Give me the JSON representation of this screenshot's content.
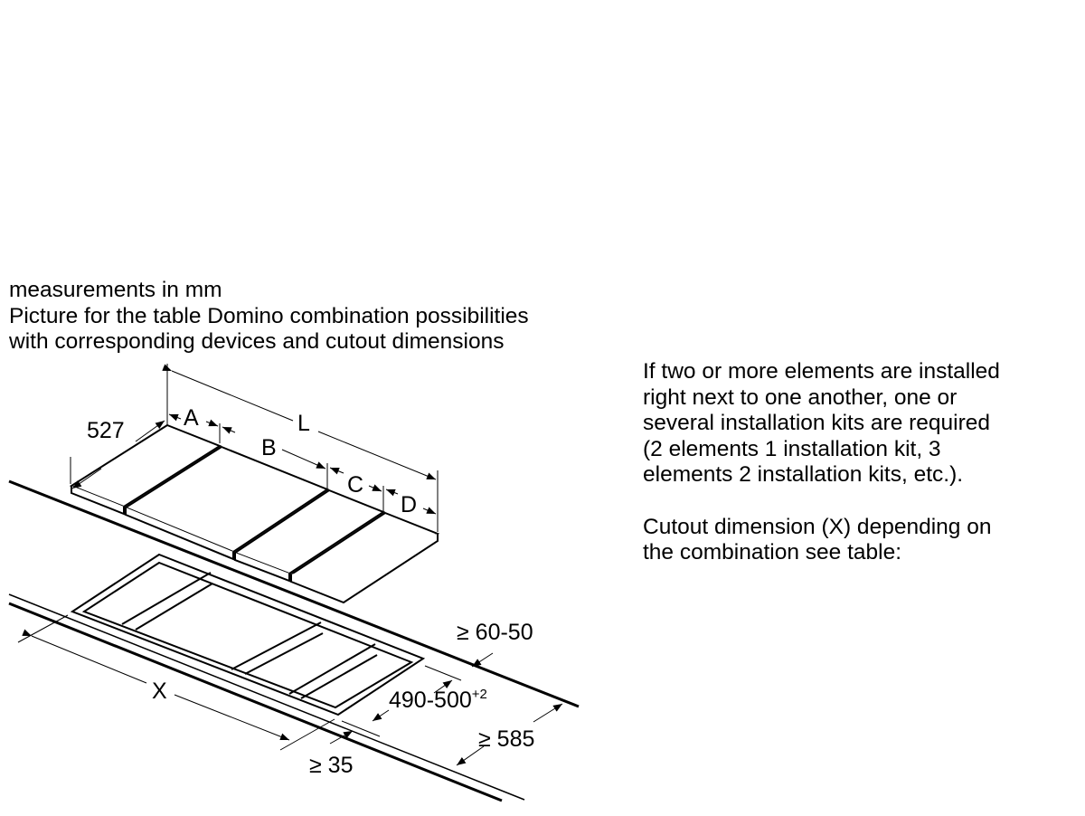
{
  "caption": {
    "lines": [
      "measurements in mm",
      "Picture for the table Domino combination possibilities",
      "with corresponding devices and cutout dimensions"
    ]
  },
  "notes": {
    "paragraph1": [
      "If two or more elements are installed",
      "right next to one another, one or",
      "several installation kits are required",
      "(2 elements 1 installation kit, 3",
      "elements 2 installation kits, etc.)."
    ],
    "paragraph2": [
      "Cutout dimension (X) depending on",
      "the combination see table:"
    ]
  },
  "diagram": {
    "depth": "527",
    "a": "A",
    "b": "B",
    "c": "C",
    "d": "D",
    "l": "L",
    "x": "X",
    "back_clearance": "≥ 60-50",
    "cutout_depth": "490-500",
    "cutout_depth_tolerance": "+2",
    "worktop_depth": "≥ 585",
    "front_clearance": "≥ 35"
  }
}
